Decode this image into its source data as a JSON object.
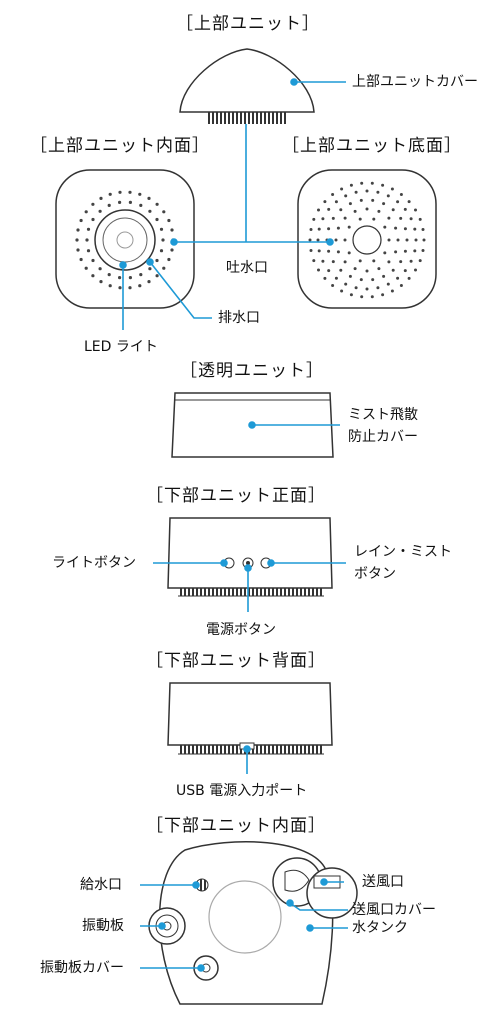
{
  "sections": {
    "top_unit": "［上部ユニット］",
    "top_inner": "［上部ユニット内面］",
    "top_bottom": "［上部ユニット底面］",
    "clear_unit": "［透明ユニット］",
    "lower_front": "［下部ユニット正面］",
    "lower_back": "［下部ユニット背面］",
    "lower_inner": "［下部ユニット内面］"
  },
  "labels": {
    "top_cover": "上部ユニットカバー",
    "spout": "吐水口",
    "drain": "排水口",
    "led_light": "LED ライト",
    "mist_cover_1": "ミスト飛散",
    "mist_cover_2": "防止カバー",
    "light_button": "ライトボタン",
    "rain_mist_button_1": "レイン・ミスト",
    "rain_mist_button_2": "ボタン",
    "power_button": "電源ボタン",
    "usb_port": "USB 電源入力ポート",
    "water_inlet": "給水口",
    "vibration_plate": "振動板",
    "vibration_cover": "振動板カバー",
    "fan_outlet": "送風口",
    "fan_outlet_cover": "送風口カバー",
    "water_tank": "水タンク"
  },
  "colors": {
    "accent": "#1e9ad6",
    "outline": "#333333",
    "fill": "#ffffff"
  }
}
